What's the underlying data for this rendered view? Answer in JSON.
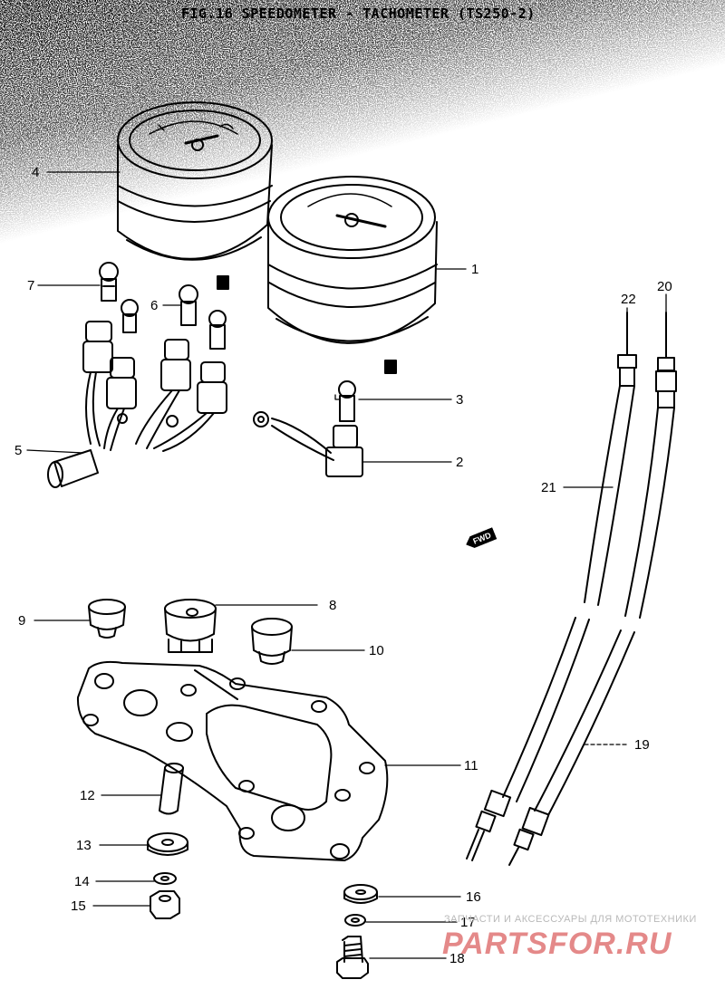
{
  "title": "FIG.16  SPEEDOMETER - TACHOMETER (TS250-2)",
  "fwd_label": "FWD",
  "watermark": {
    "tagline": "ЗАПЧАСТИ И АКСЕССУАРЫ ДЛЯ МОТОТЕХНИКИ",
    "brand": "PARTSFOR.RU"
  },
  "callouts": {
    "c1": "1",
    "c2": "2",
    "c3": "3",
    "c4": "4",
    "c5": "5",
    "c6": "6",
    "c7": "7",
    "c8": "8",
    "c9": "9",
    "c10": "10",
    "c11": "11",
    "c12": "12",
    "c13": "13",
    "c14": "14",
    "c15": "15",
    "c16": "16",
    "c17": "17",
    "c18": "18",
    "c19": "19",
    "c20": "20",
    "c21": "21",
    "c22": "22"
  }
}
